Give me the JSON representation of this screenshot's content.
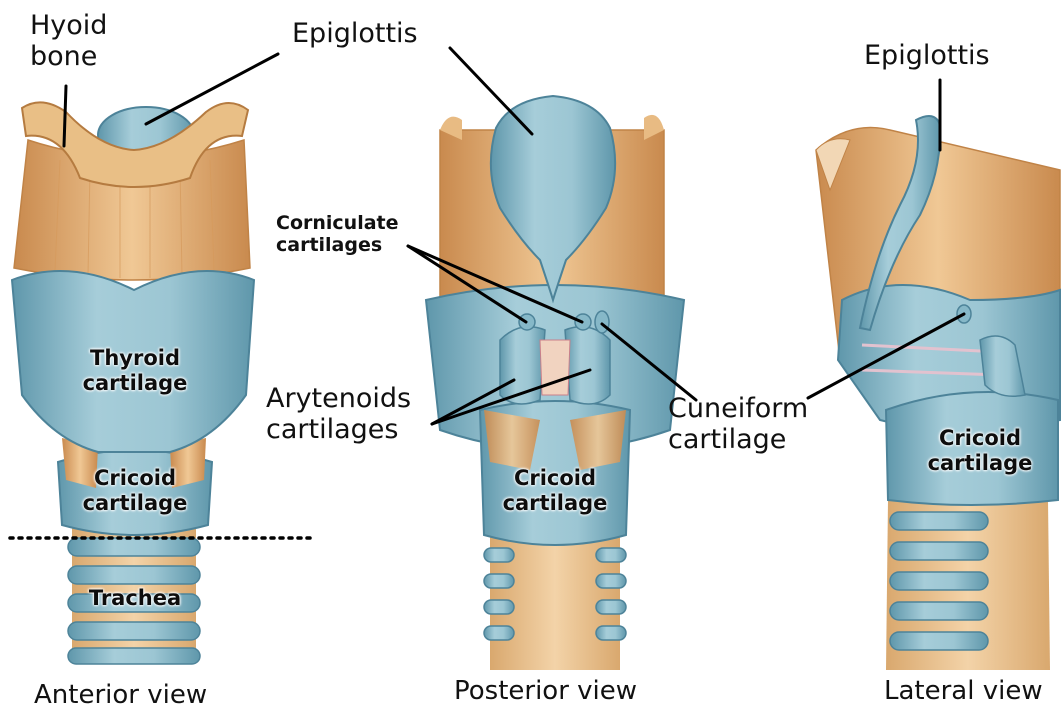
{
  "labels": {
    "hyoid_line1": "Hyoid",
    "hyoid_line2": "bone",
    "epiglottis_anterior": "Epiglottis",
    "epiglottis_lateral": "Epiglottis",
    "corniculate_line1": "Corniculate",
    "corniculate_line2": "cartilages",
    "arytenoids_line1": "Arytenoids",
    "arytenoids_line2": "cartilages",
    "cuneiform_line1": "Cuneiform",
    "cuneiform_line2": "cartilage",
    "thyroid_line1": "Thyroid",
    "thyroid_line2": "cartilage",
    "cricoid_anterior_line1": "Cricoid",
    "cricoid_anterior_line2": "cartilage",
    "trachea": "Trachea",
    "cricoid_posterior_line1": "Cricoid",
    "cricoid_posterior_line2": "cartilage",
    "cricoid_lateral_line1": "Cricoid",
    "cricoid_lateral_line2": "cartilage"
  },
  "views": {
    "anterior": "Anterior view",
    "posterior": "Posterior view",
    "lateral": "Lateral view"
  },
  "colors": {
    "cartilage": "#8fbccb",
    "cartilage_dark": "#5b93a8",
    "muscle": "#e7b880",
    "muscle_dark": "#c98a4e",
    "leader_line": "#000000"
  }
}
